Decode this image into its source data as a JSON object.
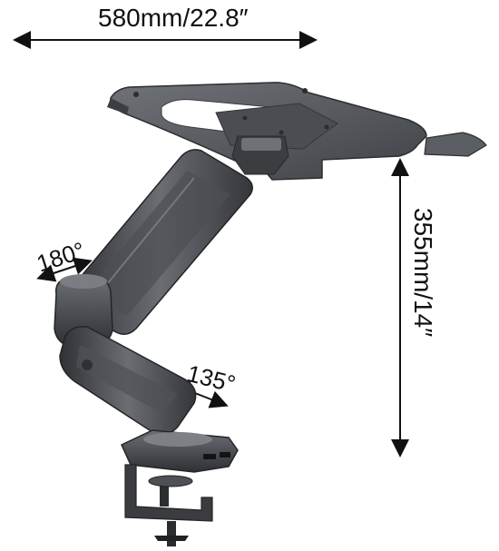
{
  "dimensions": {
    "width_label": "580mm/22.8″",
    "height_label": "355mm/14″"
  },
  "angles": {
    "elbow_label": "180°",
    "lower_arm_label": "135°"
  },
  "colors": {
    "metal_dark": "#3d3f43",
    "metal_mid": "#5f6267",
    "metal_light": "#9a9ca0",
    "arrow": "#111111"
  }
}
